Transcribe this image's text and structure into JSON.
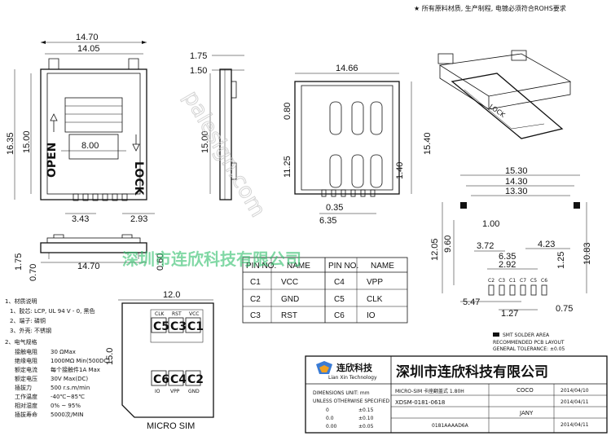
{
  "header_note": "★ 所有原料材质, 生产制程, 电镀必须符合ROHS要求",
  "front_view": {
    "dims": {
      "w_outer": "14.70",
      "w_inner": "14.05",
      "h_outer": "16.35",
      "h_inner": "15.00",
      "center_w": "8.00",
      "left_off": "3.43",
      "right_off": "2.93"
    },
    "labels": {
      "open": "OPEN",
      "lock": "LOCK"
    }
  },
  "side_view": {
    "dims": {
      "t1": "1.75",
      "t2": "1.50",
      "h": "15.00",
      "h2": "11.25"
    }
  },
  "right_view": {
    "dims": {
      "w": "14.66",
      "h": "15.40",
      "a": "0.80",
      "b": "1.40",
      "c": "0.35",
      "d": "6.35"
    }
  },
  "bottom_view": {
    "dims": {
      "a": "1.75",
      "b": "0.70",
      "w": "14.70",
      "c": "0.60"
    }
  },
  "pcb_layout": {
    "dims": {
      "w1": "15.30",
      "w2": "14.30",
      "w3": "13.30",
      "a": "1.00",
      "h1": "12.05",
      "h2": "9.60",
      "a2": "3.72",
      "b2": "4.23",
      "h3": "10.83",
      "c": "1.25",
      "d": "2.92",
      "e": "6.35",
      "f": "5.47",
      "g": "1.27",
      "h": "0.75"
    },
    "pins": [
      "C2",
      "C3",
      "C1",
      "C7",
      "C5",
      "C6"
    ],
    "legend": [
      "SMT SOLDER AREA",
      "RECOMMENDED PCB LAYOUT",
      "GENERAL TOLERANCE: ±0.05"
    ]
  },
  "pin_table": {
    "headers": [
      "PIN NO.",
      "NAME",
      "PIN NO.",
      "NAME"
    ],
    "rows": [
      [
        "C1",
        "VCC",
        "C4",
        "VPP"
      ],
      [
        "C2",
        "GND",
        "C5",
        "CLK"
      ],
      [
        "C3",
        "RST",
        "C6",
        "IO"
      ]
    ]
  },
  "sim_card": {
    "width": "12.0",
    "height": "15.0",
    "label": "MICRO SIM",
    "top_pads": [
      {
        "pin": "C5",
        "name": "CLK"
      },
      {
        "pin": "C3",
        "name": "RST"
      },
      {
        "pin": "C1",
        "name": "VCC"
      }
    ],
    "bottom_pads": [
      {
        "pin": "C6",
        "name": "IO"
      },
      {
        "pin": "C4",
        "name": "VPP"
      },
      {
        "pin": "C2",
        "name": "GND"
      }
    ]
  },
  "iso_view": {
    "label": "LOCK"
  },
  "materials": {
    "title": "1、材质说明",
    "items": [
      "1、胶芯: LCP, UL 94 V - 0, 黑色",
      "2、端子: 磷铜",
      "3、外壳: 不锈钢"
    ],
    "specs_title": "2、电气规格",
    "specs": [
      {
        "label": "接触电阻",
        "value": "30 ΩMax"
      },
      {
        "label": "绝缘电阻",
        "value": "1000MΩ Min(500DC)"
      },
      {
        "label": "额定电流",
        "value": "每个接触件1A Max"
      },
      {
        "label": "额定电压",
        "value": "30V Max(DC)"
      },
      {
        "label": "插拔力",
        "value": "500 r.s.m/min"
      },
      {
        "label": "工作温度",
        "value": "-40℃~85℃"
      },
      {
        "label": "相对湿度",
        "value": "0% ~ 95%"
      },
      {
        "label": "插拔寿命",
        "value": "5000次/MIN"
      }
    ]
  },
  "title_block": {
    "company_cn": "深圳市连欣科技有限公司",
    "logo_cn": "连欣科技",
    "logo_en": "Lian Xin Technology",
    "product": "MICRO-SIM 卡座翻盖式 1.80H",
    "part_no": "XDSM-0181-0618",
    "drawing_no": "0181AAAAD6A",
    "drawn_by": "COCO",
    "checked_by": "JANY",
    "date1": "2014/04/10",
    "date2": "2014/04/11",
    "date3": "2014/04/11",
    "unit_note": "DIMENSIONS UNIT: mm",
    "tol_title": "UNLESS OTHERWISE SPECIFIED",
    "tol_rows": [
      [
        "0",
        "±0.15"
      ],
      [
        "0.0",
        "±0.10"
      ],
      [
        "0.00",
        "±0.05"
      ]
    ]
  },
  "watermark": {
    "green": "深圳市连欣科技有限公司",
    "grey": "palesign.com"
  }
}
